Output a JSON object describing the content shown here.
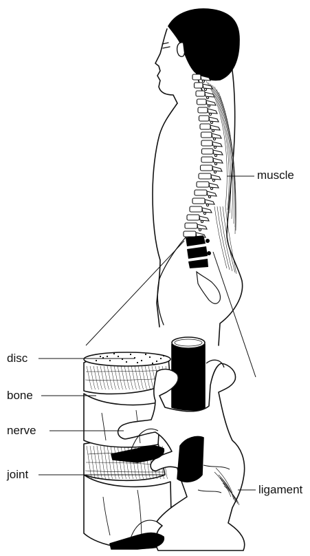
{
  "labels": {
    "muscle": "muscle",
    "disc": "disc",
    "bone": "bone",
    "nerve": "nerve",
    "joint": "joint",
    "ligament": "ligament"
  },
  "colors": {
    "ink": "#111111",
    "fill": "#ffffff",
    "solid": "#000000"
  }
}
